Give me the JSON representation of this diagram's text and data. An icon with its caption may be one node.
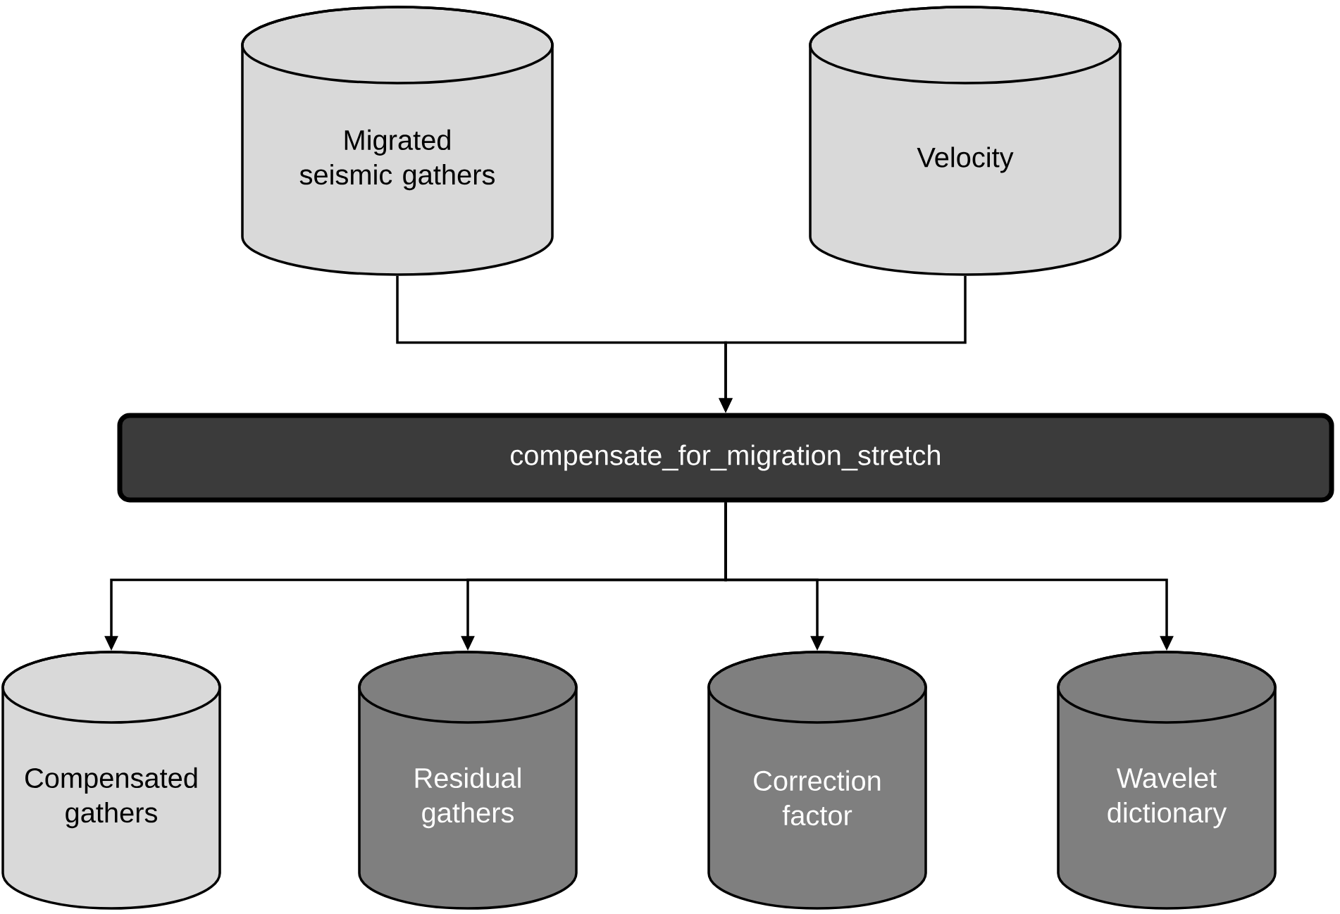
{
  "diagram": {
    "nodes": [
      {
        "text": [
          "Migrated seismic gathers"
        ]
      },
      {
        "text": [
          "Velocity"
        ]
      },
      {
        "text": [
          "compensate_for_migration_stretch"
        ]
      },
      {
        "text": [
          "Compensated gathers"
        ]
      },
      {
        "text": [
          "Residual gathers"
        ]
      },
      {
        "text": [
          "Correction factor"
        ]
      },
      {
        "text": [
          "Wavelet dictionary"
        ]
      }
    ],
    "edges": [
      {
        "from": 0,
        "to": 2,
        "arrow": "to"
      },
      {
        "from": 1,
        "to": 2,
        "arrow": "to"
      },
      {
        "from": 2,
        "to": 3,
        "arrow": "to"
      },
      {
        "from": 2,
        "to": 4,
        "arrow": "to"
      },
      {
        "from": 2,
        "to": 5,
        "arrow": "to"
      },
      {
        "from": 2,
        "to": 6,
        "arrow": "to"
      }
    ]
  }
}
